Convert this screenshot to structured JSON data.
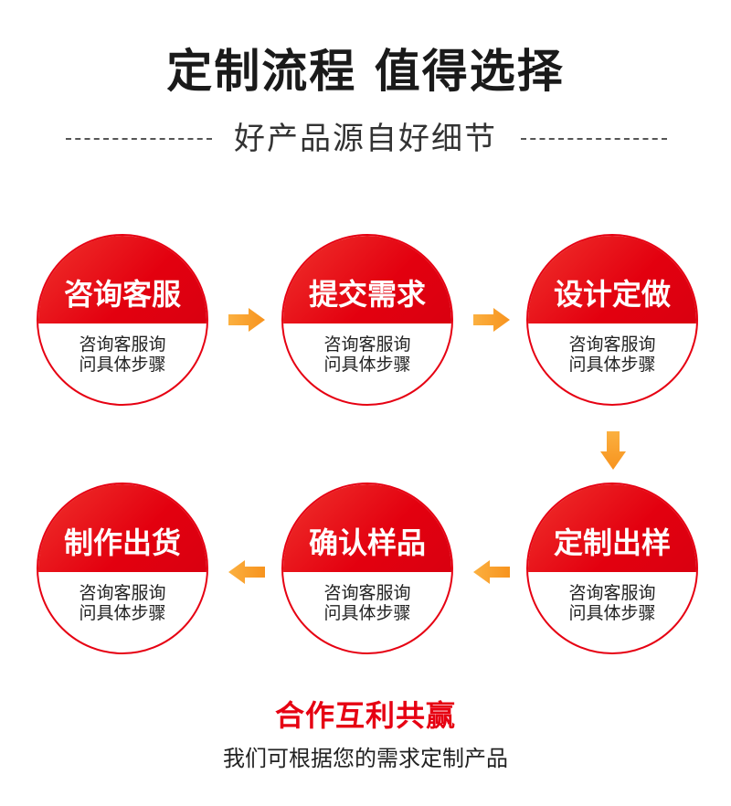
{
  "header": {
    "title": "定制流程 值得选择",
    "subtitle": "好产品源自好细节"
  },
  "steps": [
    {
      "label": "咨询客服",
      "desc_line1": "咨询客服询",
      "desc_line2": "问具体步骤"
    },
    {
      "label": "提交需求",
      "desc_line1": "咨询客服询",
      "desc_line2": "问具体步骤"
    },
    {
      "label": "设计定做",
      "desc_line1": "咨询客服询",
      "desc_line2": "问具体步骤"
    },
    {
      "label": "定制出样",
      "desc_line1": "咨询客服询",
      "desc_line2": "问具体步骤"
    },
    {
      "label": "确认样品",
      "desc_line1": "咨询客服询",
      "desc_line2": "问具体步骤"
    },
    {
      "label": "制作出货",
      "desc_line1": "咨询客服询",
      "desc_line2": "问具体步骤"
    }
  ],
  "footer": {
    "title": "合作互利共赢",
    "subtitle": "我们可根据您的需求定制产品"
  },
  "colors": {
    "accent_red": "#e60012",
    "arrow_orange": "#f7931e"
  },
  "icons": {
    "arrow_right": "arrow-right-icon",
    "arrow_down": "arrow-down-icon",
    "arrow_left": "arrow-left-icon"
  }
}
